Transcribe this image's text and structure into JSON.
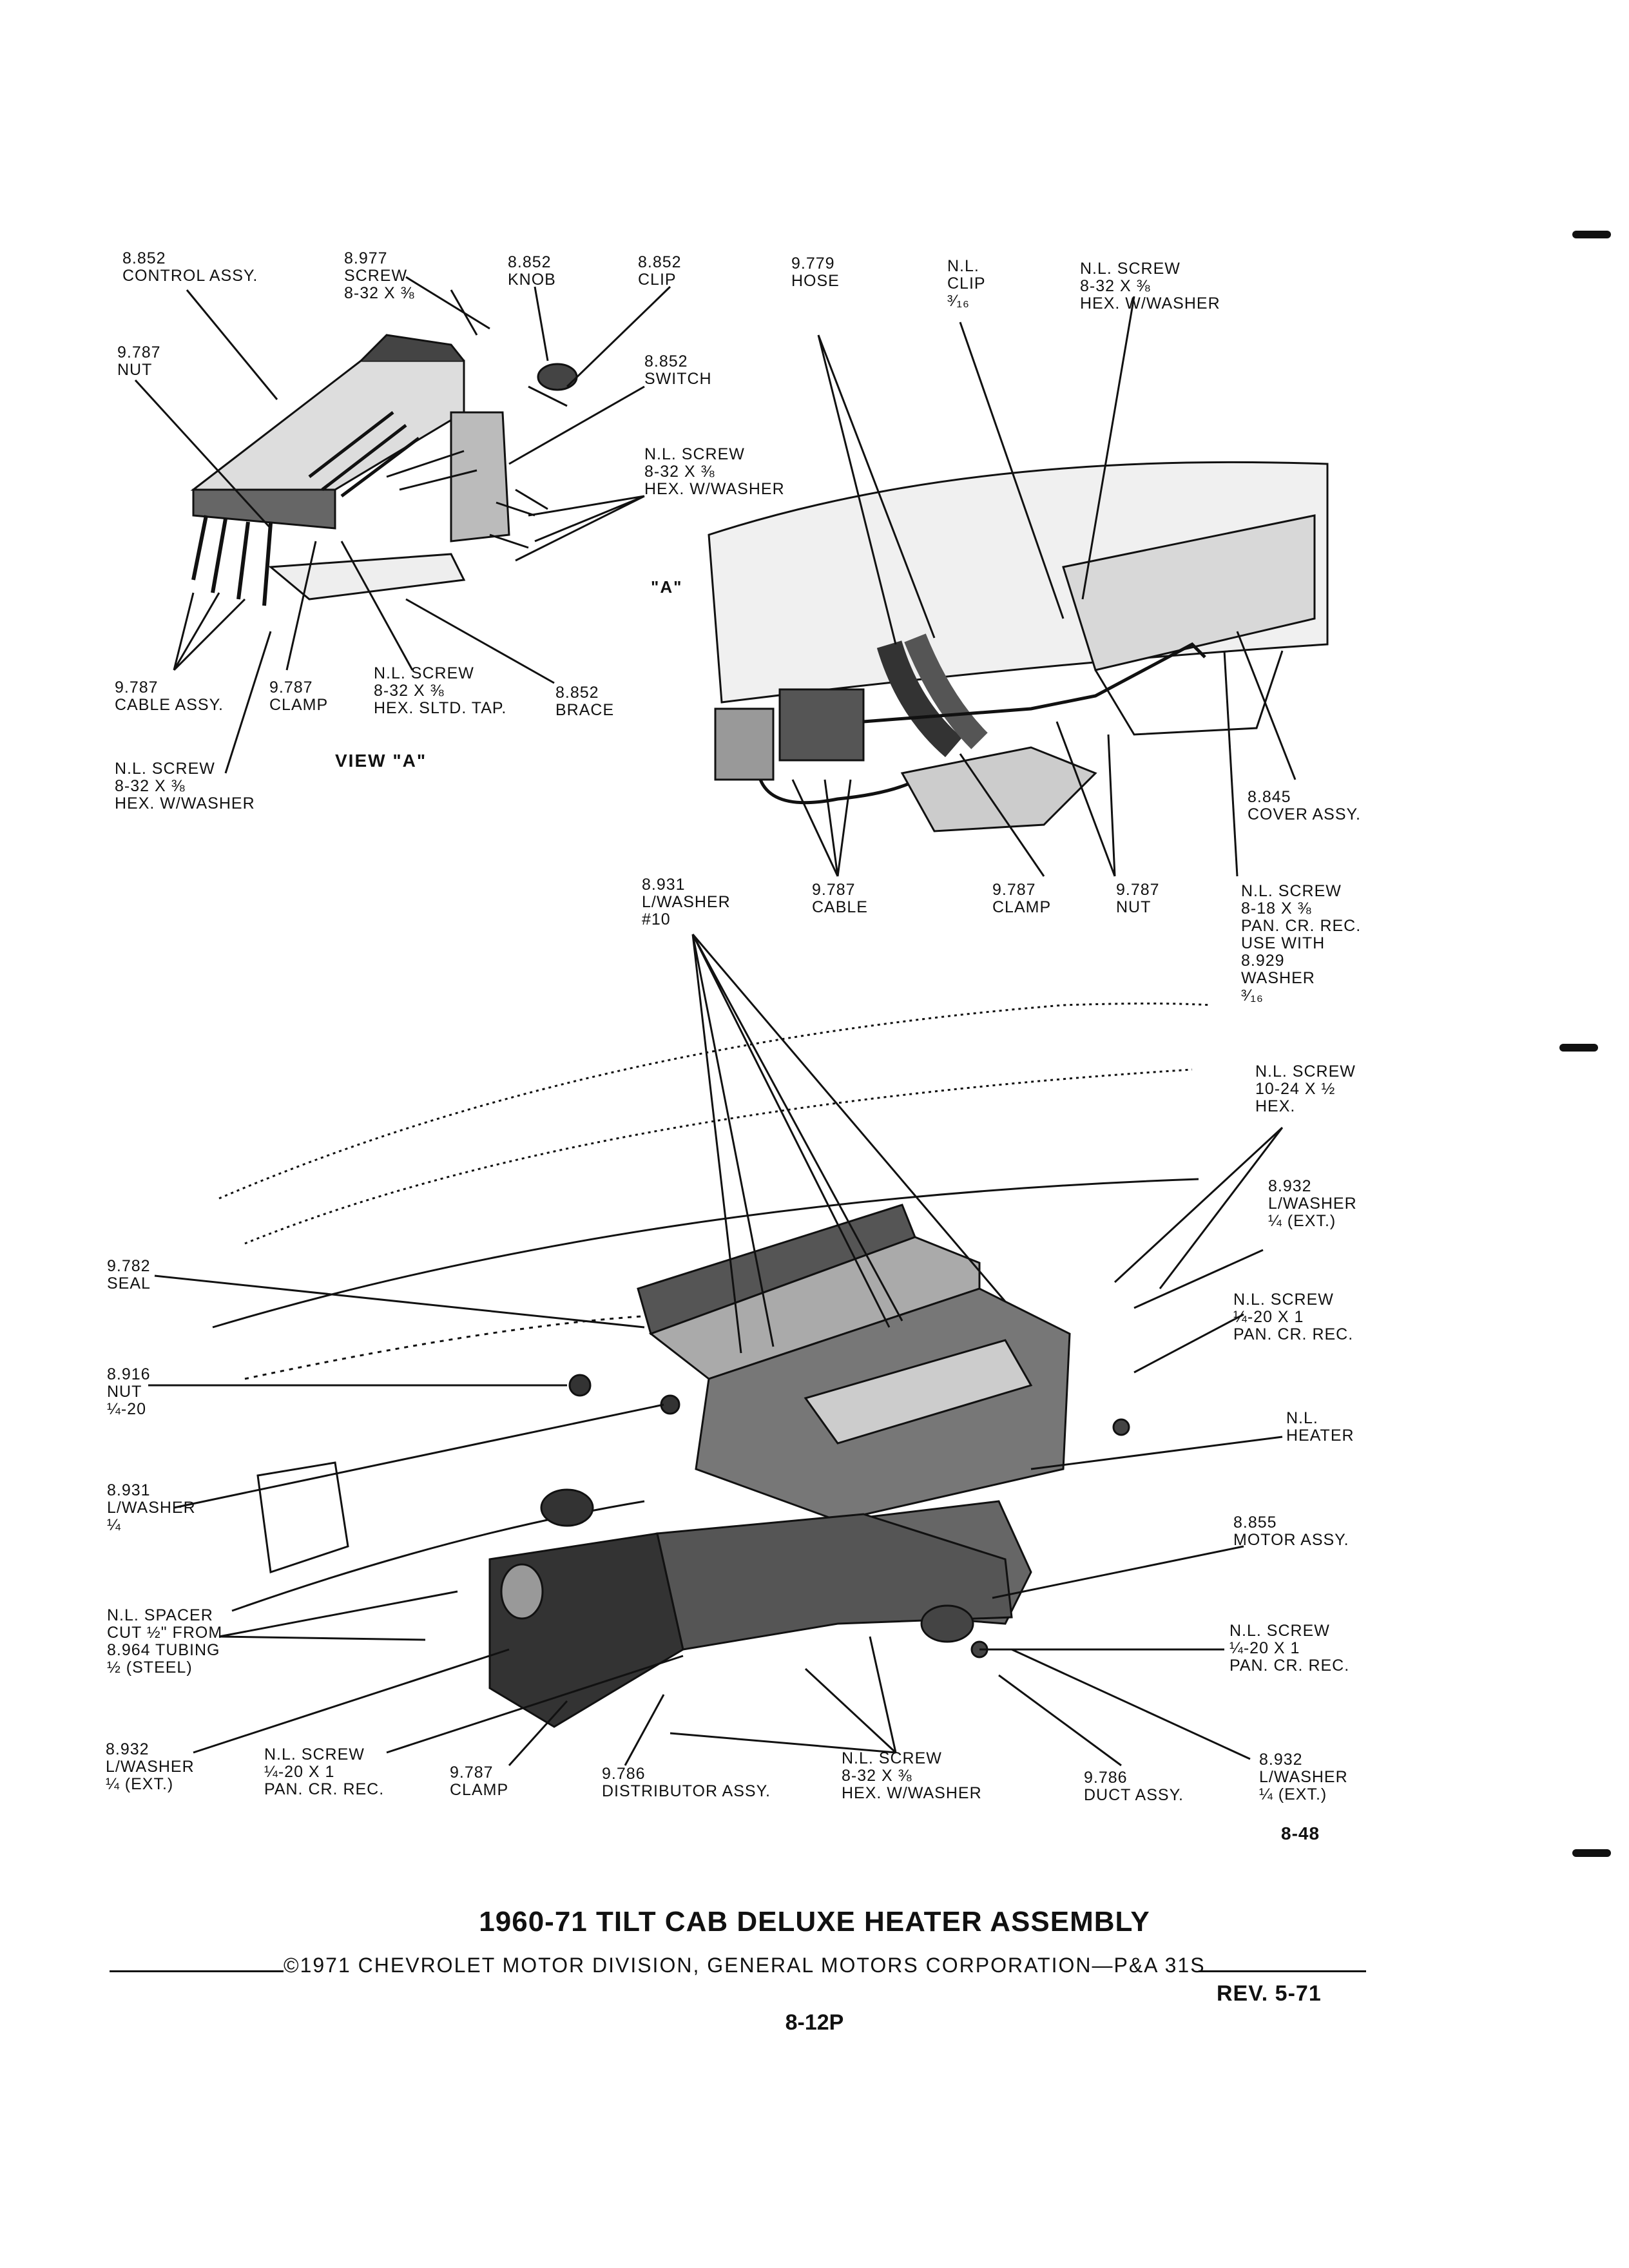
{
  "document": {
    "title": "1960-71 TILT CAB DELUXE HEATER ASSEMBLY",
    "copyright": "©1971 CHEVROLET MOTOR DIVISION, GENERAL MOTORS CORPORATION—P&A 31S",
    "revision": "REV. 5-71",
    "page_number": "8-12P",
    "figure_code": "8-48",
    "view_label": "VIEW \"A\"",
    "view_marker": "\"A\""
  },
  "callouts": {
    "control_assy": [
      "8.852",
      "CONTROL ASSY."
    ],
    "screw_8977": [
      "8.977",
      "SCREW",
      "8-32 x ⅜"
    ],
    "knob": [
      "8.852",
      "KNOB"
    ],
    "clip_8852": [
      "8.852",
      "CLIP"
    ],
    "switch": [
      "8.852",
      "SWITCH"
    ],
    "nut_top": [
      "9.787",
      "NUT"
    ],
    "nl_screw_hex_washer_top": [
      "N.L. SCREW",
      "8-32 x ⅜",
      "HEX. W/WASHER"
    ],
    "cable_assy": [
      "9.787",
      "CABLE ASSY."
    ],
    "clamp_top": [
      "9.787",
      "CLAMP"
    ],
    "nl_screw_sltd_tap": [
      "N.L. SCREW",
      "8-32 x ⅜",
      "HEX. SLTD. TAP."
    ],
    "brace": [
      "8.852",
      "BRACE"
    ],
    "nl_screw_hex_washer_left": [
      "N.L. SCREW",
      "8-32 x ⅜",
      "HEX. W/WASHER"
    ],
    "hose": [
      "9.779",
      "HOSE"
    ],
    "nl_clip": [
      "N.L.",
      "CLIP",
      "³⁄₁₆"
    ],
    "nl_screw_hex_washer_right": [
      "N.L. SCREW",
      "8-32 x ⅜",
      "HEX. W/WASHER"
    ],
    "cover_assy": [
      "8.845",
      "COVER ASSY."
    ],
    "cable_view_a": [
      "9.787",
      "CABLE"
    ],
    "clamp_view_a": [
      "9.787",
      "CLAMP"
    ],
    "nut_view_a": [
      "9.787",
      "NUT"
    ],
    "nl_screw_pan_8_18": [
      "N.L. SCREW",
      "8-18 x ⅜",
      "PAN. CR. REC.",
      "USE WITH",
      "8.929",
      "WASHER",
      "³⁄₁₆"
    ],
    "lwasher_10": [
      "8.931",
      "L/WASHER",
      "#10"
    ],
    "nl_screw_10_24": [
      "N.L. SCREW",
      "10-24 x ½",
      "HEX."
    ],
    "lwasher_ext_right": [
      "8.932",
      "L/WASHER",
      "¼ (EXT.)"
    ],
    "seal": [
      "9.782",
      "SEAL"
    ],
    "nl_screw_pan_right": [
      "N.L. SCREW",
      "¼-20 x 1",
      "PAN. CR. REC."
    ],
    "nut_8916": [
      "8.916",
      "NUT",
      "¼-20"
    ],
    "nl_heater": [
      "N.L.",
      "HEATER"
    ],
    "lwasher_quarter": [
      "8.931",
      "L/WASHER",
      "¼"
    ],
    "motor_assy": [
      "8.855",
      "MOTOR ASSY."
    ],
    "nl_spacer": [
      "N.L. SPACER",
      "CUT ½\" FROM",
      "8.964 TUBING",
      "½ (STEEL)"
    ],
    "nl_screw_pan_lower_right": [
      "N.L. SCREW",
      "¼-20 x 1",
      "PAN. CR. REC."
    ],
    "lwasher_ext_left": [
      "8.932",
      "L/WASHER",
      "¼ (EXT.)"
    ],
    "nl_screw_pan_lower_left": [
      "N.L. SCREW",
      "¼-20 x 1",
      "PAN. CR. REC."
    ],
    "clamp_bottom": [
      "9.787",
      "CLAMP"
    ],
    "distributor_assy": [
      "9.786",
      "DISTRIBUTOR ASSY."
    ],
    "nl_screw_hex_washer_bottom": [
      "N.L. SCREW",
      "8-32 x ⅜",
      "HEX. W/WASHER"
    ],
    "duct_assy": [
      "9.786",
      "DUCT ASSY."
    ],
    "lwasher_ext_bottom_right": [
      "8.932",
      "L/WASHER",
      "¼ (EXT.)"
    ]
  }
}
